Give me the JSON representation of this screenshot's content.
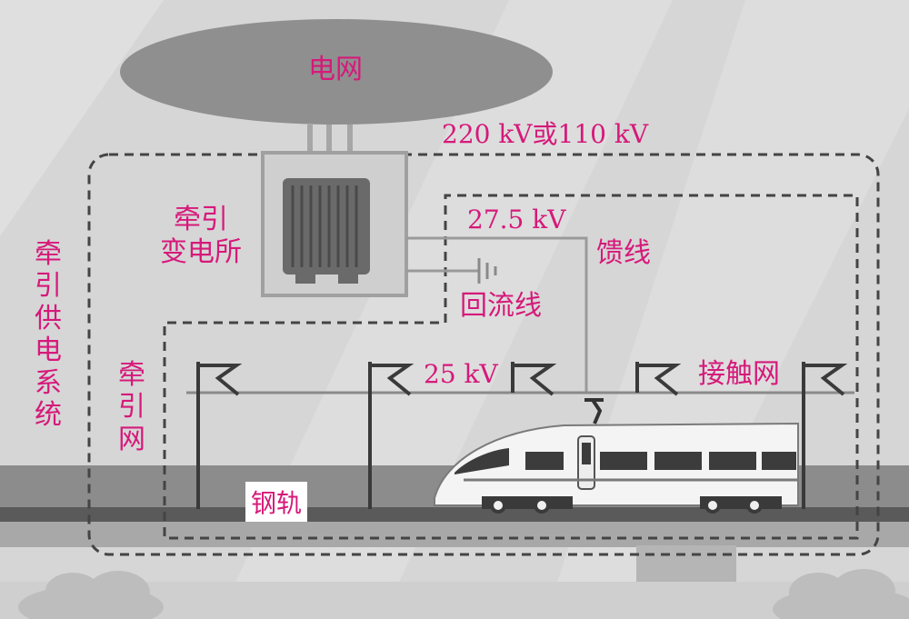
{
  "labels": {
    "grid": "电网",
    "incoming_voltage": "220 kV或110 kV",
    "substation": "牵引\n变电所",
    "output_voltage": "27.5 kV",
    "feeder": "馈线",
    "return_line": "回流线",
    "system": "牵引供电系统",
    "traction_network": "牵引网",
    "catenary_voltage": "25 kV",
    "catenary": "接触网",
    "rail": "钢轨"
  },
  "colors": {
    "label": "#d6197a",
    "background": "#d6d6d6",
    "grid_ellipse": "#8f8f8f",
    "dashed": "#444444",
    "wire": "#9a9a9a"
  }
}
